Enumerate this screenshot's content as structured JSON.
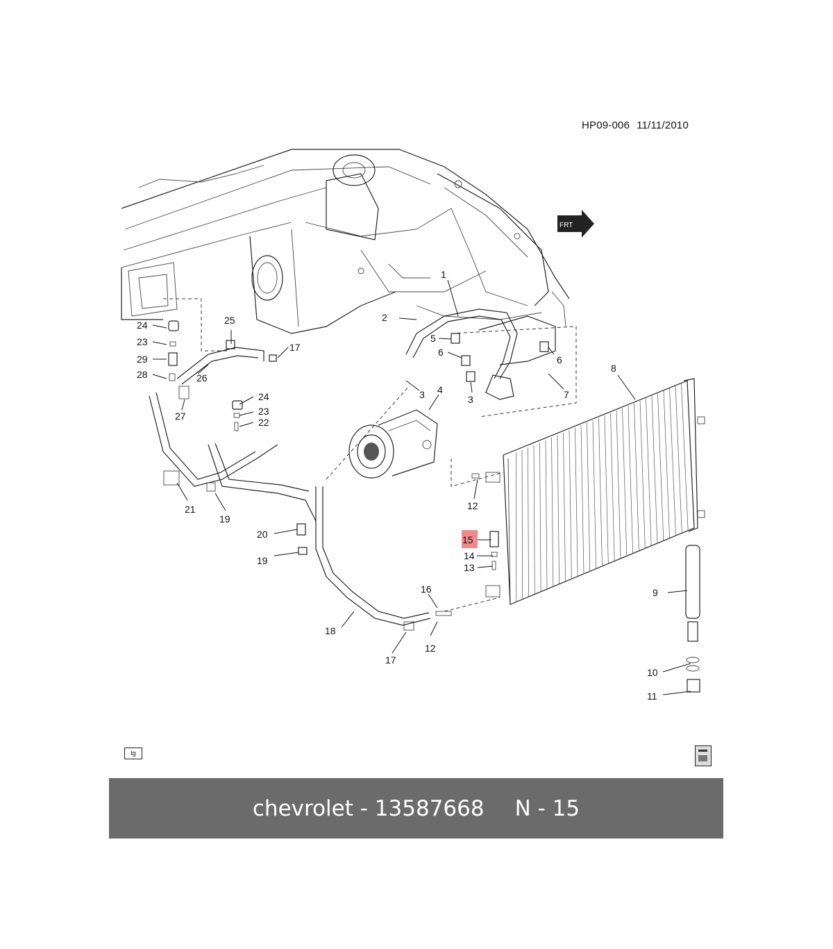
{
  "header": {
    "doc_code": "HP09-006",
    "doc_date": "11/11/2010"
  },
  "callouts": [
    "1",
    "2",
    "3",
    "3",
    "4",
    "5",
    "6",
    "6",
    "7",
    "8",
    "9",
    "10",
    "11",
    "12",
    "12",
    "13",
    "14",
    "15",
    "16",
    "17",
    "17",
    "18",
    "19",
    "19",
    "20",
    "21",
    "22",
    "23",
    "23",
    "24",
    "24",
    "25",
    "26",
    "27",
    "28",
    "29"
  ],
  "highlighted_callout": "15",
  "front_arrow_label": "FRT",
  "footer_icons": {
    "left": "tg",
    "right": "book-icon"
  },
  "banner": {
    "make": "chevrolet",
    "dash": "-",
    "part_number": "13587668",
    "ref": "N - 15"
  },
  "colors": {
    "banner_bg": "#6b6b6b",
    "banner_text": "#ffffff",
    "highlight": "#f08a8a"
  }
}
